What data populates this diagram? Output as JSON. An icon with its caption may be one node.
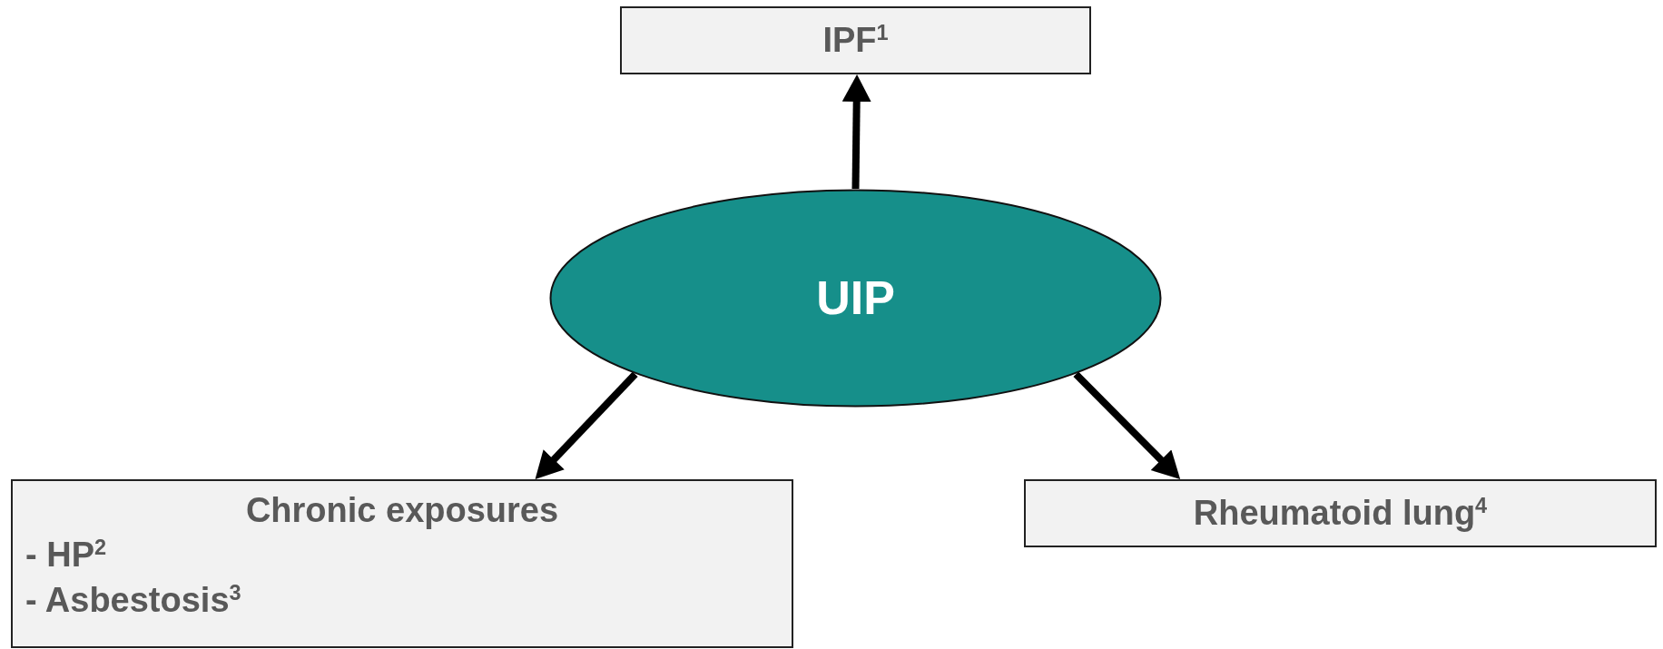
{
  "diagram": {
    "nodes": [
      {
        "text": [
          "IPF$^{1}$"
        ]
      },
      {
        "text": [
          "UIP"
        ]
      },
      {
        "text": [
          "Chronic exposures",
          "- HP$^{2}$",
          "- Asbestosis$^{3}$"
        ]
      },
      {
        "text": [
          "Rheumatoid lung$^{4}$"
        ]
      }
    ],
    "edges": [
      {
        "from": 1,
        "to": 0,
        "arrow": "to"
      },
      {
        "from": 1,
        "to": 2,
        "arrow": "to"
      },
      {
        "from": 1,
        "to": 3,
        "arrow": "to"
      }
    ]
  }
}
